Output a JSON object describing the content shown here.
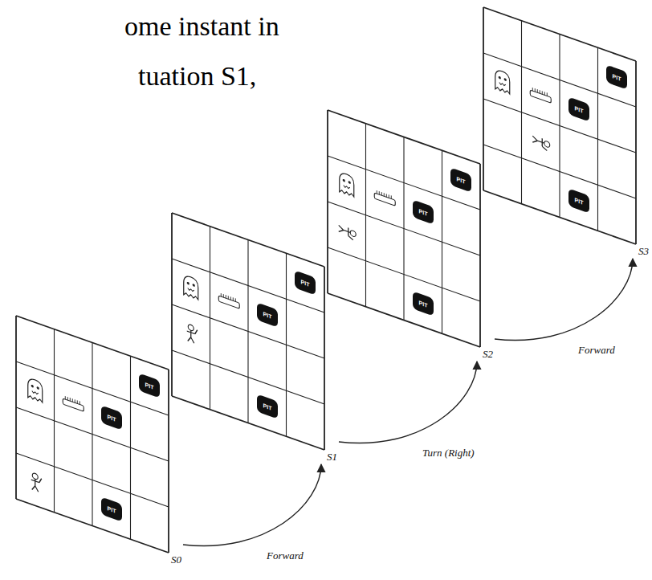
{
  "diagram": {
    "nodes": [
      {
        "text": [
          "S0"
        ]
      },
      {
        "text": [
          "PIT"
        ],
        "in": 0
      },
      {
        "text": [
          "PIT"
        ],
        "in": 0
      },
      {
        "text": [
          "PIT"
        ],
        "in": 0
      },
      {
        "text": [
          "S1"
        ]
      },
      {
        "text": [
          "PIT"
        ],
        "in": 4
      },
      {
        "text": [
          "PIT"
        ],
        "in": 4
      },
      {
        "text": [
          "PIT"
        ],
        "in": 4
      },
      {
        "text": [
          "S2"
        ]
      },
      {
        "text": [
          "PIT"
        ],
        "in": 8
      },
      {
        "text": [
          "PIT"
        ],
        "in": 8
      },
      {
        "text": [
          "PIT"
        ],
        "in": 8
      },
      {
        "text": [
          "S3"
        ]
      },
      {
        "text": [
          "PIT"
        ],
        "in": 12
      },
      {
        "text": [
          "PIT"
        ],
        "in": 12
      },
      {
        "text": [
          "PIT"
        ],
        "in": 12
      }
    ],
    "edges": [
      {
        "from": 0,
        "to": 4,
        "arrow": "to",
        "label": "Forward"
      },
      {
        "from": 4,
        "to": 8,
        "arrow": "to",
        "label": "Turn (Right)"
      },
      {
        "from": 8,
        "to": 12,
        "arrow": "to",
        "label": "Forward"
      }
    ],
    "labels": [
      "ome instant in",
      "tuation S1,"
    ]
  }
}
